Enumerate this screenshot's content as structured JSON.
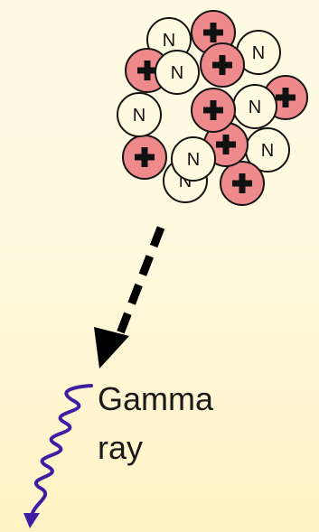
{
  "diagram": {
    "proton_symbol": "+",
    "neutron_symbol": "N",
    "label_line1": "Gamma",
    "label_line2": "ray",
    "colors": {
      "proton_fill": "#ef8a8c",
      "neutron_fill": "#fffbe0",
      "outline": "#141414",
      "arrow": "#000000",
      "wave": "#3d1fa3",
      "background_top": "#fffbe3",
      "background_bottom": "#fff2c4"
    }
  }
}
